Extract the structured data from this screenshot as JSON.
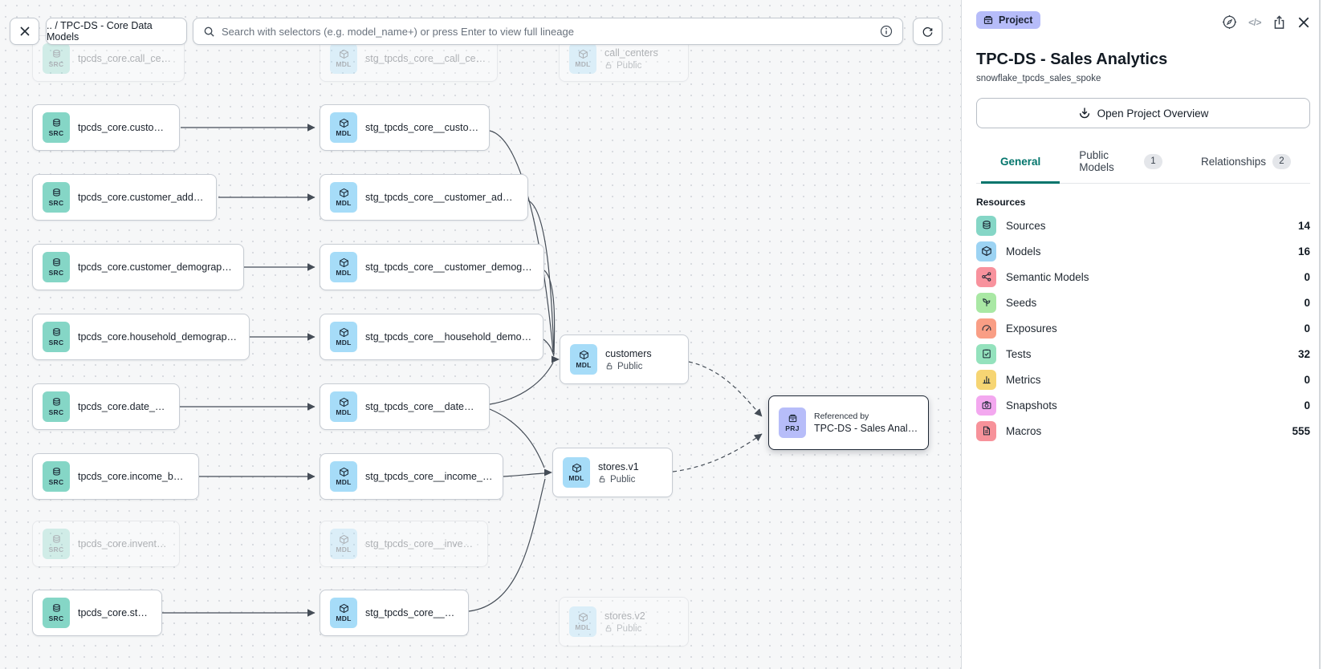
{
  "toolbar": {
    "breadcrumb": ".. / TPC-DS - Core Data Models",
    "search_placeholder": "Search with selectors (e.g. model_name+) or press Enter to view full lineage"
  },
  "graph": {
    "badge_src": "SRC",
    "badge_mdl": "MDL",
    "badge_prj": "PRJ",
    "public_label": "Public",
    "nodes": {
      "src_call_center": "tpcds_core.call_center",
      "src_customer": "tpcds_core.customer",
      "src_customer_address": "tpcds_core.customer_address",
      "src_customer_demographics": "tpcds_core.customer_demographics",
      "src_household_demographics": "tpcds_core.household_demographics",
      "src_date_dim": "tpcds_core.date_dim",
      "src_income_band": "tpcds_core.income_band",
      "src_inventory": "tpcds_core.inventory",
      "src_store": "tpcds_core.store",
      "mdl_call_center": "stg_tpcds_core__call_center",
      "mdl_customer": "stg_tpcds_core__customer",
      "mdl_customer_address": "stg_tpcds_core__customer_address",
      "mdl_customer_demographics": "stg_tpcds_core__customer_demogra…",
      "mdl_household_demographics": "stg_tpcds_core__household_demogr…",
      "mdl_date_dim": "stg_tpcds_core__date_dim",
      "mdl_income_band": "stg_tpcds_core__income_band",
      "mdl_inventory": "stg_tpcds_core__inventory",
      "mdl_store": "stg_tpcds_core__store",
      "pub_call_centers": "call_centers",
      "pub_customers": "customers",
      "pub_stores_v1": "stores.v1",
      "pub_stores_v2": "stores.v2"
    },
    "prj": {
      "referenced_by": "Referenced by",
      "title": "TPC-DS - Sales Analytics"
    }
  },
  "panel": {
    "badge_label": "Project",
    "title": "TPC-DS - Sales Analytics",
    "subtitle": "snowflake_tpcds_sales_spoke",
    "overview_button": "Open Project Overview",
    "code_icon_label": "</>",
    "tabs": [
      {
        "label": "General",
        "active": true
      },
      {
        "label": "Public Models",
        "count": "1"
      },
      {
        "label": "Relationships",
        "count": "2"
      }
    ],
    "resources_heading": "Resources",
    "resources": [
      {
        "label": "Sources",
        "count": "14",
        "color": "#85d6c6"
      },
      {
        "label": "Models",
        "count": "16",
        "color": "#9cd3f3"
      },
      {
        "label": "Semantic Models",
        "count": "0",
        "color": "#f8929d"
      },
      {
        "label": "Seeds",
        "count": "0",
        "color": "#a9e8a4"
      },
      {
        "label": "Exposures",
        "count": "0",
        "color": "#f99e85"
      },
      {
        "label": "Tests",
        "count": "32",
        "color": "#94e2bd"
      },
      {
        "label": "Metrics",
        "count": "0",
        "color": "#f6d573"
      },
      {
        "label": "Snapshots",
        "count": "0",
        "color": "#f3a8ef"
      },
      {
        "label": "Macros",
        "count": "555",
        "color": "#f7929a"
      }
    ]
  }
}
